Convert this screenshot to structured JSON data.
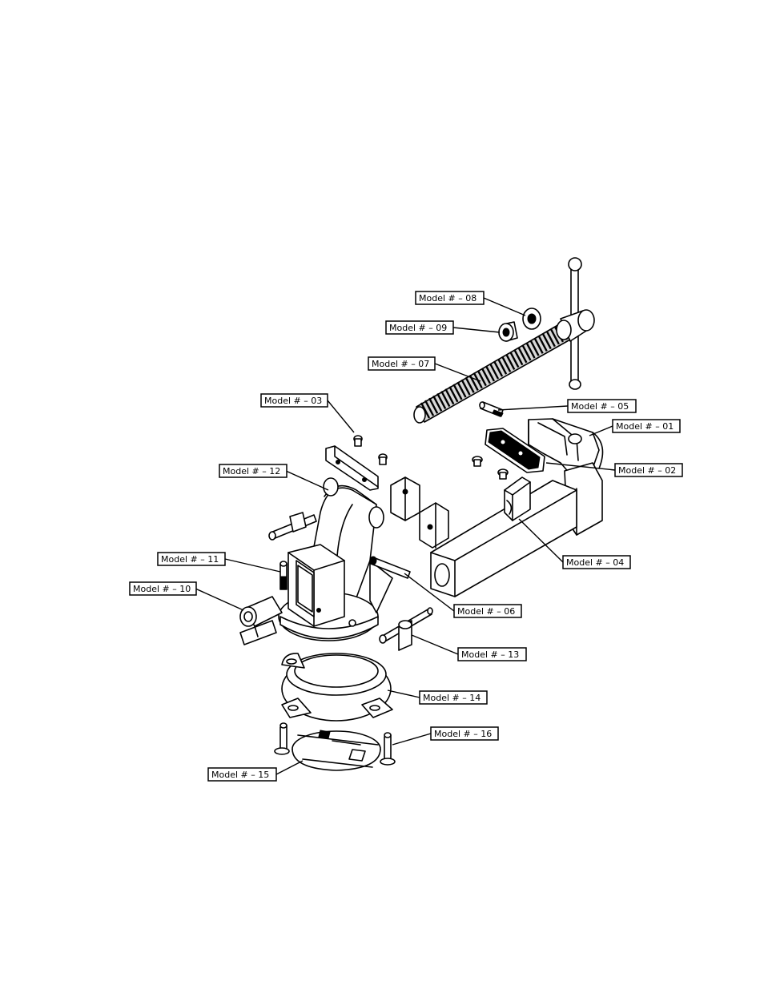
{
  "labels": {
    "m01": "Model # – 01",
    "m02": "Model # – 02",
    "m03": "Model # – 03",
    "m04": "Model # – 04",
    "m05": "Model # – 05",
    "m06": "Model # – 06",
    "m07": "Model # – 07",
    "m08": "Model # – 08",
    "m09": "Model # – 09",
    "m10": "Model # – 10",
    "m11": "Model # – 11",
    "m12": "Model # – 12",
    "m13": "Model # – 13",
    "m14": "Model # – 14",
    "m15": "Model # – 15",
    "m16": "Model # – 16"
  }
}
